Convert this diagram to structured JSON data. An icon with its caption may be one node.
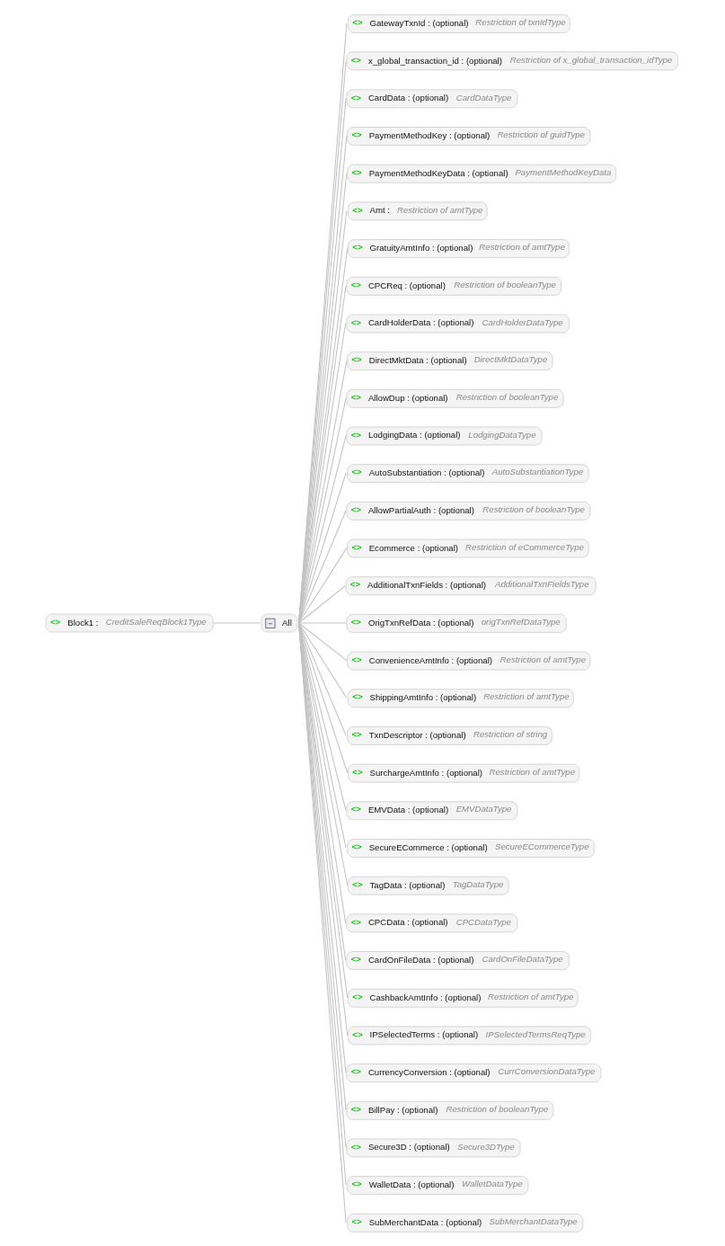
{
  "diagram": {
    "nodes": [
      {
        "text": [
          "<>",
          "Block1 :",
          "CreditSaleReqBlock1Type"
        ]
      },
      {
        "text": [
          "All"
        ]
      },
      {
        "text": [
          "<>",
          "GatewayTxnId : (optional)",
          "Restriction of txnIdType"
        ]
      },
      {
        "text": [
          "<>",
          "x_global_transaction_id : (optional)",
          "Restriction of x_global_transaction_idType"
        ]
      },
      {
        "text": [
          "<>",
          "CardData : (optional)",
          "CardDataType"
        ]
      },
      {
        "text": [
          "<>",
          "PaymentMethodKey : (optional)",
          "Restriction of guidType"
        ]
      },
      {
        "text": [
          "<>",
          "PaymentMethodKeyData : (optional)",
          "PaymentMethodKeyData"
        ]
      },
      {
        "text": [
          "<>",
          "Amt :",
          "Restriction of amtType"
        ]
      },
      {
        "text": [
          "<>",
          "GratuityAmtInfo : (optional)",
          "Restriction of amtType"
        ]
      },
      {
        "text": [
          "<>",
          "CPCReq : (optional)",
          "Restriction of booleanType"
        ]
      },
      {
        "text": [
          "<>",
          "CardHolderData : (optional)",
          "CardHolderDataType"
        ]
      },
      {
        "text": [
          "<>",
          "DirectMktData : (optional)",
          "DirectMktDataType"
        ]
      },
      {
        "text": [
          "<>",
          "AllowDup : (optional)",
          "Restriction of booleanType"
        ]
      },
      {
        "text": [
          "<>",
          "LodgingData : (optional)",
          "LodgingDataType"
        ]
      },
      {
        "text": [
          "<>",
          "AutoSubstantiation : (optional)",
          "AutoSubstantiationType"
        ]
      },
      {
        "text": [
          "<>",
          "AllowPartialAuth : (optional)",
          "Restriction of booleanType"
        ]
      },
      {
        "text": [
          "<>",
          "Ecommerce : (optional)",
          "Restriction of eCommerceType"
        ]
      },
      {
        "text": [
          "<>",
          "AdditionalTxnFields : (optional)",
          "AdditionalTxnFieldsType"
        ]
      },
      {
        "text": [
          "<>",
          "OrigTxnRefData : (optional)",
          "origTxnRefDataType"
        ]
      },
      {
        "text": [
          "<>",
          "ConvenienceAmtInfo : (optional)",
          "Restriction of amtType"
        ]
      },
      {
        "text": [
          "<>",
          "ShippingAmtInfo : (optional)",
          "Restriction of amtType"
        ]
      },
      {
        "text": [
          "<>",
          "TxnDescriptor : (optional)",
          "Restriction of string"
        ]
      },
      {
        "text": [
          "<>",
          "SurchargeAmtInfo : (optional)",
          "Restriction of amtType"
        ]
      },
      {
        "text": [
          "<>",
          "EMVData : (optional)",
          "EMVDataType"
        ]
      },
      {
        "text": [
          "<>",
          "SecureECommerce : (optional)",
          "SecureECommerceType"
        ]
      },
      {
        "text": [
          "<>",
          "TagData : (optional)",
          "TagDataType"
        ]
      },
      {
        "text": [
          "<>",
          "CPCData : (optional)",
          "CPCDataType"
        ]
      },
      {
        "text": [
          "<>",
          "CardOnFileData : (optional)",
          "CardOnFileDataType"
        ]
      },
      {
        "text": [
          "<>",
          "CashbackAmtInfo : (optional)",
          "Restriction of amtType"
        ]
      },
      {
        "text": [
          "<>",
          "IPSelectedTerms : (optional)",
          "IPSelectedTermsReqType"
        ]
      },
      {
        "text": [
          "<>",
          "CurrencyConversion : (optional)",
          "CurrConversionDataType"
        ]
      },
      {
        "text": [
          "<>",
          "BillPay : (optional)",
          "Restriction of booleanType"
        ]
      },
      {
        "text": [
          "<>",
          "Secure3D : (optional)",
          "Secure3DType"
        ]
      },
      {
        "text": [
          "<>",
          "WalletData : (optional)",
          "WalletDataType"
        ]
      },
      {
        "text": [
          "<>",
          "SubMerchantData : (optional)",
          "SubMerchantDataType"
        ]
      }
    ],
    "edges": [
      {
        "from": 0,
        "to": 1,
        "arrow": "none"
      },
      {
        "from": 1,
        "to": 2,
        "arrow": "none"
      },
      {
        "from": 1,
        "to": 3,
        "arrow": "none"
      },
      {
        "from": 1,
        "to": 4,
        "arrow": "none"
      },
      {
        "from": 1,
        "to": 5,
        "arrow": "none"
      },
      {
        "from": 1,
        "to": 6,
        "arrow": "none"
      },
      {
        "from": 1,
        "to": 7,
        "arrow": "none"
      },
      {
        "from": 1,
        "to": 8,
        "arrow": "none"
      },
      {
        "from": 1,
        "to": 9,
        "arrow": "none"
      },
      {
        "from": 1,
        "to": 10,
        "arrow": "none"
      },
      {
        "from": 1,
        "to": 11,
        "arrow": "none"
      },
      {
        "from": 1,
        "to": 12,
        "arrow": "none"
      },
      {
        "from": 1,
        "to": 13,
        "arrow": "none"
      },
      {
        "from": 1,
        "to": 14,
        "arrow": "none"
      },
      {
        "from": 1,
        "to": 15,
        "arrow": "none"
      },
      {
        "from": 1,
        "to": 16,
        "arrow": "none"
      },
      {
        "from": 1,
        "to": 17,
        "arrow": "none"
      },
      {
        "from": 1,
        "to": 18,
        "arrow": "none"
      },
      {
        "from": 1,
        "to": 19,
        "arrow": "none"
      },
      {
        "from": 1,
        "to": 20,
        "arrow": "none"
      },
      {
        "from": 1,
        "to": 21,
        "arrow": "none"
      },
      {
        "from": 1,
        "to": 22,
        "arrow": "none"
      },
      {
        "from": 1,
        "to": 23,
        "arrow": "none"
      },
      {
        "from": 1,
        "to": 24,
        "arrow": "none"
      },
      {
        "from": 1,
        "to": 25,
        "arrow": "none"
      },
      {
        "from": 1,
        "to": 26,
        "arrow": "none"
      },
      {
        "from": 1,
        "to": 27,
        "arrow": "none"
      },
      {
        "from": 1,
        "to": 28,
        "arrow": "none"
      },
      {
        "from": 1,
        "to": 29,
        "arrow": "none"
      },
      {
        "from": 1,
        "to": 30,
        "arrow": "none"
      },
      {
        "from": 1,
        "to": 31,
        "arrow": "none"
      },
      {
        "from": 1,
        "to": 32,
        "arrow": "none"
      },
      {
        "from": 1,
        "to": 33,
        "arrow": "none"
      },
      {
        "from": 1,
        "to": 34,
        "arrow": "none"
      }
    ]
  }
}
